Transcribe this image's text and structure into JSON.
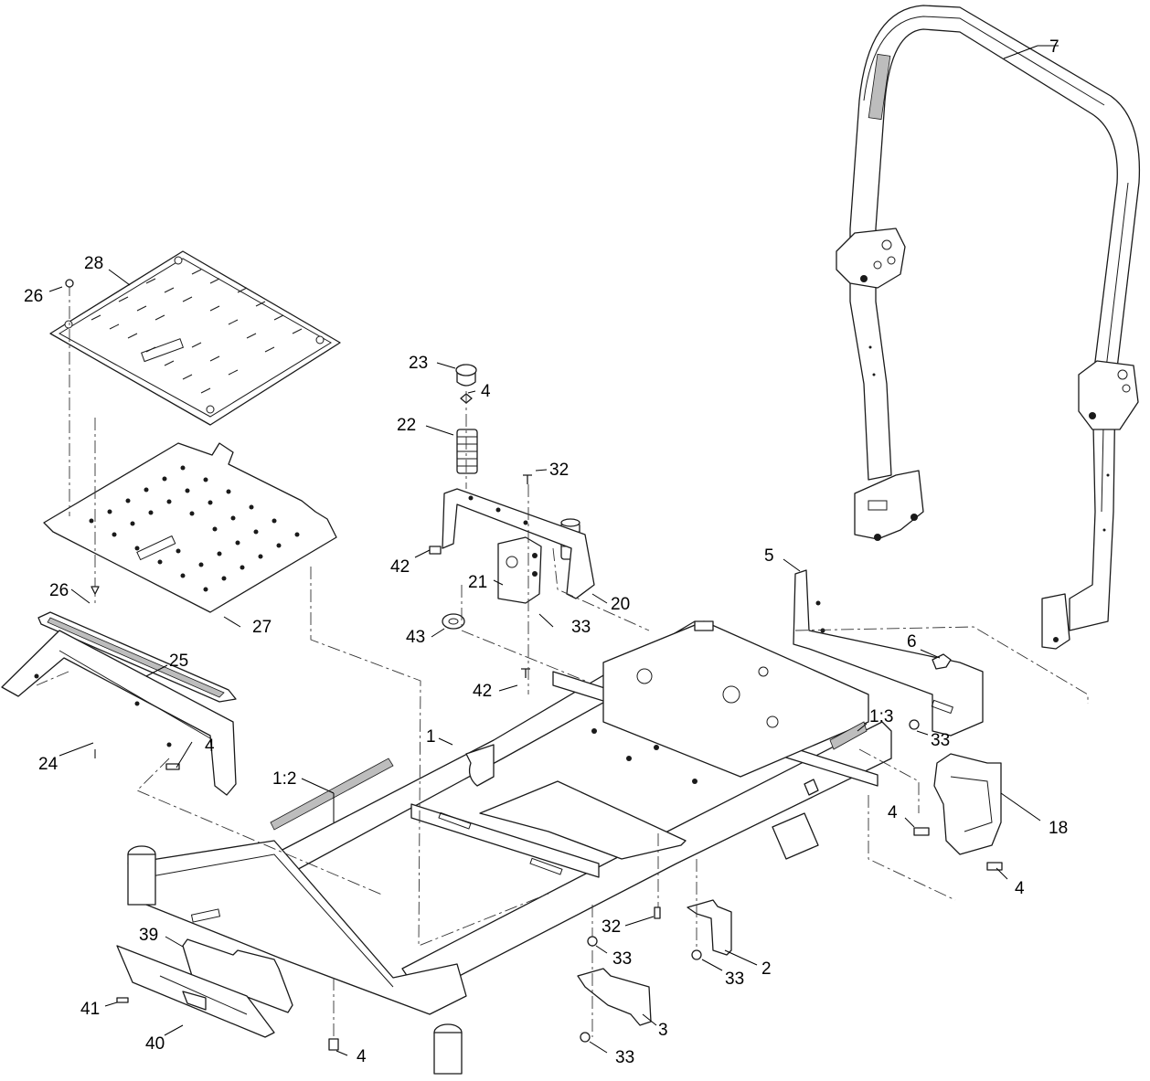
{
  "callouts": [
    {
      "id": "c7",
      "text": "7"
    },
    {
      "id": "c28",
      "text": "28"
    },
    {
      "id": "c26a",
      "text": "26"
    },
    {
      "id": "c23",
      "text": "23"
    },
    {
      "id": "c4a",
      "text": "4"
    },
    {
      "id": "c22",
      "text": "22"
    },
    {
      "id": "c32a",
      "text": "32"
    },
    {
      "id": "c42a",
      "text": "42"
    },
    {
      "id": "c21",
      "text": "21"
    },
    {
      "id": "c20",
      "text": "20"
    },
    {
      "id": "c43",
      "text": "43"
    },
    {
      "id": "c33a",
      "text": "33"
    },
    {
      "id": "c5",
      "text": "5"
    },
    {
      "id": "c6",
      "text": "6"
    },
    {
      "id": "c27",
      "text": "27"
    },
    {
      "id": "c26b",
      "text": "26"
    },
    {
      "id": "c25",
      "text": "25"
    },
    {
      "id": "c42b",
      "text": "42"
    },
    {
      "id": "c1",
      "text": "1"
    },
    {
      "id": "c1_3",
      "text": "1:3"
    },
    {
      "id": "c33b",
      "text": "33"
    },
    {
      "id": "c4b",
      "text": "4"
    },
    {
      "id": "c24",
      "text": "24"
    },
    {
      "id": "c1_2",
      "text": "1:2"
    },
    {
      "id": "c18",
      "text": "18"
    },
    {
      "id": "c4c",
      "text": "4"
    },
    {
      "id": "c4d",
      "text": "4"
    },
    {
      "id": "c32b",
      "text": "32"
    },
    {
      "id": "c39",
      "text": "39"
    },
    {
      "id": "c33c",
      "text": "33"
    },
    {
      "id": "c2",
      "text": "2"
    },
    {
      "id": "c33d",
      "text": "33"
    },
    {
      "id": "c41",
      "text": "41"
    },
    {
      "id": "c3",
      "text": "3"
    },
    {
      "id": "c40",
      "text": "40"
    },
    {
      "id": "c4e",
      "text": "4"
    },
    {
      "id": "c33e",
      "text": "33"
    }
  ]
}
